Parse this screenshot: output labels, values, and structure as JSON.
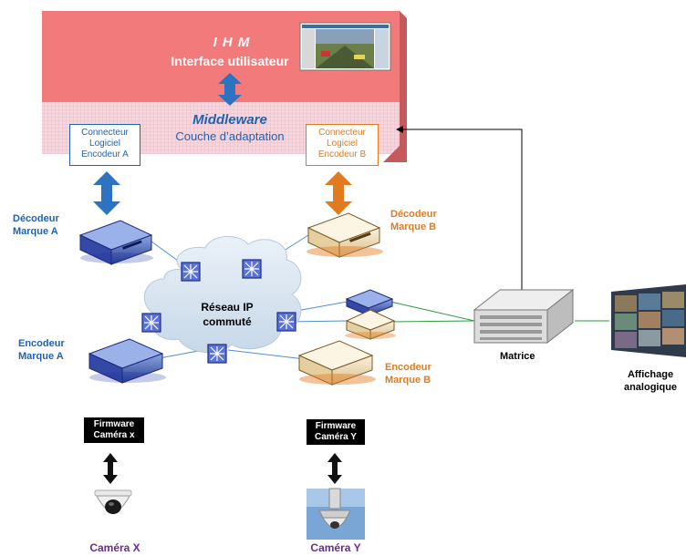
{
  "ihm": {
    "title": "I H M",
    "subtitle": "Interface utilisateur",
    "middleware_title": "Middleware",
    "middleware_subtitle": "Couche d’adaptation"
  },
  "connectors": {
    "a": [
      "Connecteur",
      "Logiciel",
      "Encodeur A"
    ],
    "b": [
      "Connecteur",
      "Logiciel",
      "Encodeur B"
    ]
  },
  "decoders": {
    "a": [
      "Décodeur",
      "Marque A"
    ],
    "b": [
      "Décodeur",
      "Marque B"
    ]
  },
  "network": [
    "Réseau IP",
    "commuté"
  ],
  "encoders": {
    "a": [
      "Encodeur",
      "Marque A"
    ],
    "b": [
      "Encodeur",
      "Marque B"
    ]
  },
  "firmware": {
    "x": [
      "Firmware",
      "Caméra x"
    ],
    "y": [
      "Firmware",
      "Caméra Y"
    ]
  },
  "cameras": {
    "x": "Caméra X",
    "y": "Caméra Y"
  },
  "matrix": "Matrice",
  "display": [
    "Affichage",
    "analogique"
  ],
  "colors": {
    "ihm_red": "#f27a7a",
    "brand_a_blue": "#1f63b0",
    "brand_b_orange": "#e07b1f",
    "camera_purple": "#6a2c91",
    "link_green": "#2a9d3c"
  }
}
